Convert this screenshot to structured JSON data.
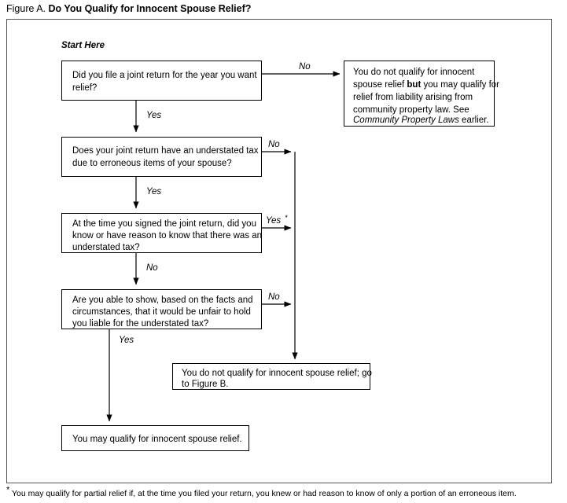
{
  "figure": {
    "label": "Figure A.",
    "heading": "Do You Qualify for Innocent Spouse Relief?"
  },
  "start_label": "Start Here",
  "nodes": {
    "q1": {
      "id": "q1",
      "type": "decision",
      "lines": [
        "Did you file a joint return for the year you want",
        "relief?"
      ]
    },
    "q2": {
      "id": "q2",
      "type": "decision",
      "lines": [
        "Does your joint return have an understated tax",
        "due to erroneous items of your spouse?"
      ]
    },
    "q3": {
      "id": "q3",
      "type": "decision",
      "lines": [
        "At the time you signed the joint return, did you",
        "know or have reason to know that there was an",
        "understated tax?"
      ]
    },
    "q4": {
      "id": "q4",
      "type": "decision",
      "lines": [
        "Are you able to show, based on the facts and",
        "circumstances, that it would be unfair to hold",
        "you liable for the understated tax?"
      ]
    },
    "community_property": {
      "id": "community_property",
      "type": "terminal",
      "lines": [
        "You do not qualify for innocent",
        "spouse relief but you may qualify for",
        "relief from liability arising from",
        "community property law. See",
        "Community Property Laws earlier."
      ],
      "line1_plain": "You do not qualify for innocent",
      "line2_pre": "spouse relief ",
      "line2_bold": "but",
      "line2_post": " you may qualify for",
      "line3_plain": "relief from liability arising from",
      "line4_plain": "community property law. See",
      "line5_italic": "Community Property Laws",
      "line5_post": " earlier."
    },
    "figure_b": {
      "id": "figure_b",
      "type": "terminal",
      "lines": [
        "You do not qualify for innocent spouse relief; go",
        "to Figure B."
      ]
    },
    "qualify": {
      "id": "qualify",
      "type": "terminal",
      "lines": [
        "You may qualify for innocent spouse relief."
      ]
    }
  },
  "edges": {
    "q1_no": "No",
    "q1_yes": "Yes",
    "q2_no": "No",
    "q2_yes": "Yes",
    "q3_yes": "Yes",
    "q3_yes_star": "*",
    "q3_no": "No",
    "q4_no": "No",
    "q4_yes": "Yes"
  },
  "footnote": {
    "marker": "*",
    "text": " You may qualify for partial relief if, at the time you filed your return, you knew or had reason to know of only a portion of an erroneous item."
  },
  "colors": {
    "frame_border": "#555555",
    "box_border": "#000000",
    "line": "#000000",
    "background": "#ffffff",
    "text": "#000000"
  }
}
